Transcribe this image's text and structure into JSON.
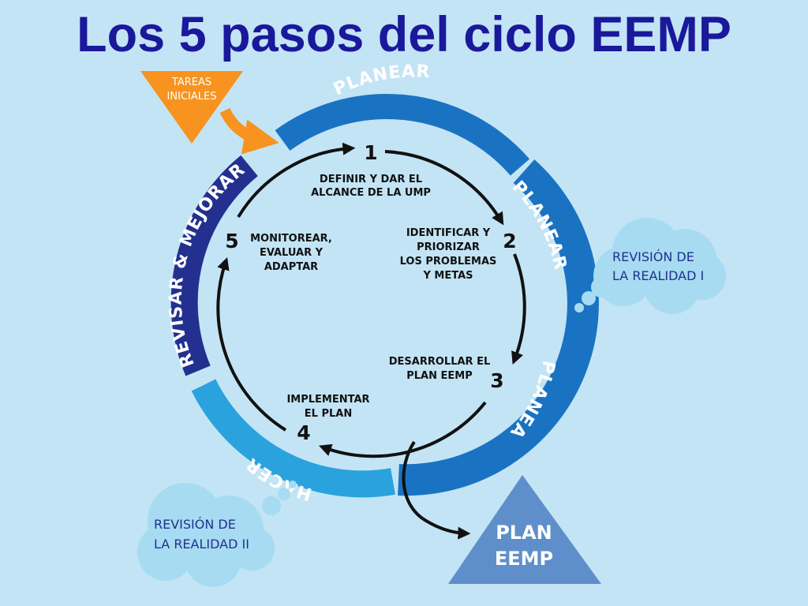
{
  "title": "Los 5 pasos del ciclo EEMP",
  "tareas": {
    "line1": "TAREAS",
    "line2": "INICIALES"
  },
  "bands": {
    "planear_top": "PLANEAR",
    "planear_right": "PLANEAR",
    "planear_right2": "PLANEAR",
    "hacer": "HACER",
    "revisar": "REVISAR & MEJORAR"
  },
  "steps": [
    {
      "num": "1",
      "lines": [
        "DEFINIR Y DAR EL",
        "ALCANCE DE LA UMP"
      ]
    },
    {
      "num": "2",
      "lines": [
        "IDENTIFICAR Y",
        "PRIORIZAR",
        "LOS PROBLEMAS",
        "Y METAS"
      ]
    },
    {
      "num": "3",
      "lines": [
        "DESARROLLAR EL",
        "PLAN EEMP"
      ]
    },
    {
      "num": "4",
      "lines": [
        "IMPLEMENTAR",
        "EL PLAN"
      ]
    },
    {
      "num": "5",
      "lines": [
        "MONITOREAR,",
        "EVALUAR Y",
        "ADAPTAR"
      ]
    }
  ],
  "cloud1": {
    "line1": "REVISIÓN DE",
    "line2": "LA REALIDAD I"
  },
  "cloud2": {
    "line1": "REVISIÓN DE",
    "line2": "LA REALIDAD II"
  },
  "plan": {
    "line1": "PLAN",
    "line2": "EEMP"
  },
  "colors": {
    "background": "#c3e4f5",
    "title": "#1a189b",
    "planear_band": "#1a73c2",
    "hacer_band": "#2aa2dd",
    "revisar_band": "#23308f",
    "tareas_triangle": "#f7931e",
    "plan_triangle": "#5f8fca",
    "cloud": "#a6dbf2",
    "cloud_text": "#23308f"
  }
}
